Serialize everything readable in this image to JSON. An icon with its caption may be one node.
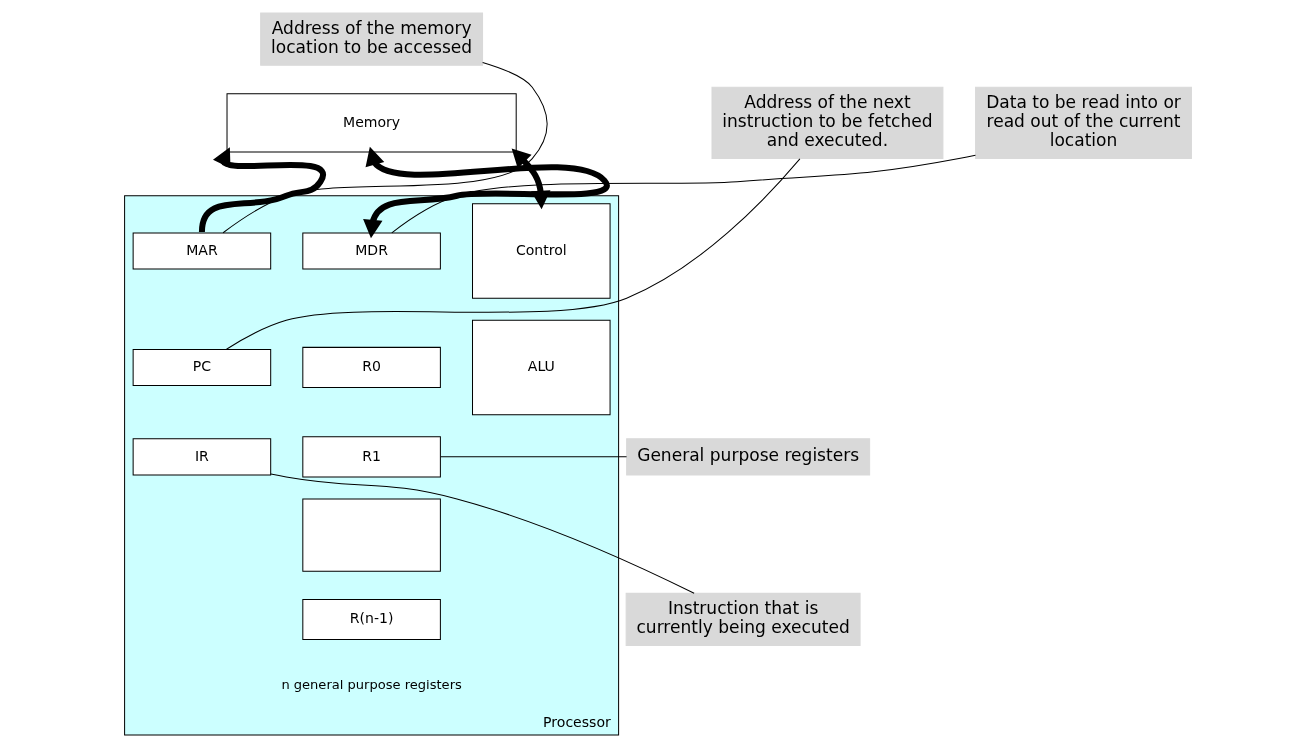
{
  "diagram": {
    "nodes": [
      {
        "text": [
          "Address of the memory location to be accessed"
        ]
      },
      {
        "text": [
          "Memory"
        ]
      },
      {
        "text": [
          "Address of the next instruction to be fetched and executed."
        ]
      },
      {
        "text": [
          "Data to be read into or read out of the current location"
        ]
      },
      {
        "text": [
          "Processor"
        ]
      },
      {
        "text": [
          "MAR"
        ],
        "in": 4
      },
      {
        "text": [
          "MDR"
        ],
        "in": 4
      },
      {
        "text": [
          "Control"
        ],
        "in": 4
      },
      {
        "text": [
          "PC"
        ],
        "in": 4
      },
      {
        "text": [
          "R0"
        ],
        "in": 4
      },
      {
        "text": [
          "R1"
        ],
        "in": 4
      },
      {
        "text": [],
        "shape": "box",
        "in": 4
      },
      {
        "text": [
          "R(n-1)"
        ],
        "in": 4
      },
      {
        "text": [
          "IR"
        ],
        "in": 4
      },
      {
        "text": [
          "ALU"
        ],
        "in": 4
      },
      {
        "text": [
          "General purpose registers"
        ]
      },
      {
        "text": [
          "Instruction that is currently being executed"
        ]
      }
    ],
    "edges": [
      {
        "from": 5,
        "to": 1,
        "arrow": "to",
        "style": "thick"
      },
      {
        "from": 6,
        "to": 1,
        "arrow": "both",
        "style": "thick"
      },
      {
        "from": 1,
        "to": 7,
        "arrow": "both",
        "style": "thick"
      },
      {
        "from": 0,
        "to": 5,
        "arrow": "none"
      },
      {
        "from": 2,
        "to": 8,
        "arrow": "none"
      },
      {
        "from": 3,
        "to": 6,
        "arrow": "none"
      },
      {
        "from": 15,
        "to": 10,
        "arrow": "none"
      },
      {
        "from": 16,
        "to": 13,
        "arrow": "none"
      }
    ],
    "labels": [
      "n general purpose registers"
    ]
  }
}
